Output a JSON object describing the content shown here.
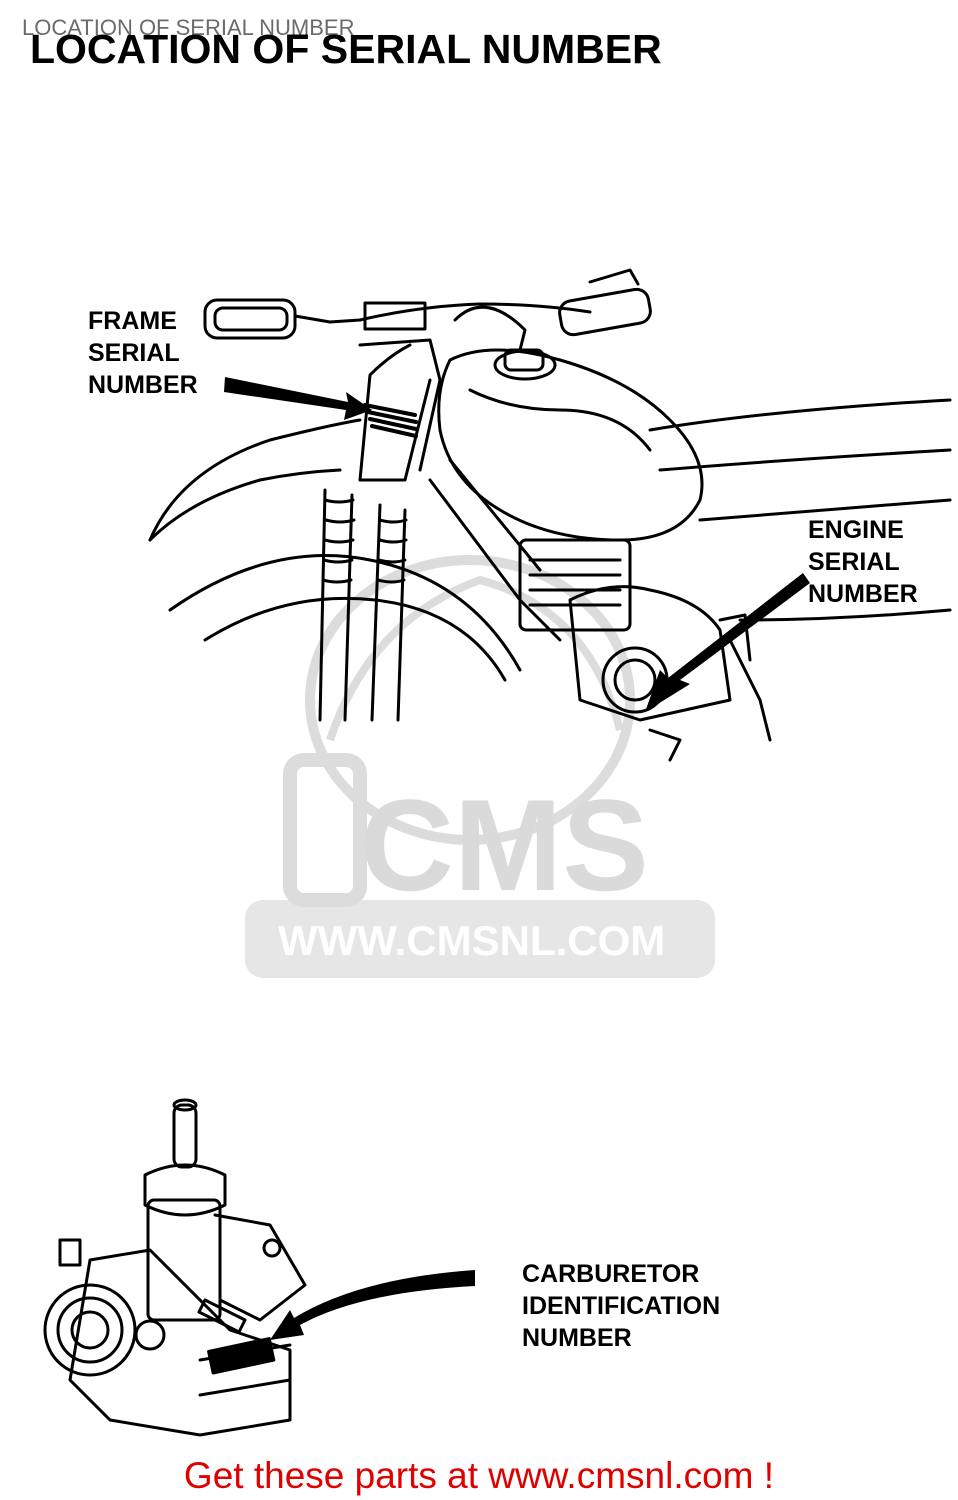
{
  "page": {
    "caption": "LOCATION OF SERIAL NUMBER",
    "title": "LOCATION OF SERIAL NUMBER"
  },
  "labels": {
    "frame": [
      "FRAME",
      "SERIAL",
      "NUMBER"
    ],
    "engine": [
      "ENGINE",
      "SERIAL",
      "NUMBER"
    ],
    "carburetor": [
      "CARBURETOR",
      "IDENTIFICATION",
      "NUMBER"
    ]
  },
  "watermark": {
    "brand": "CMS",
    "url": "WWW.CMSNL.COM"
  },
  "footer": {
    "link_text": "Get these parts at www.cmsnl.com !"
  },
  "colors": {
    "footer_text": "#e00000",
    "watermark": "#d9d9d9",
    "ink": "#000000"
  }
}
